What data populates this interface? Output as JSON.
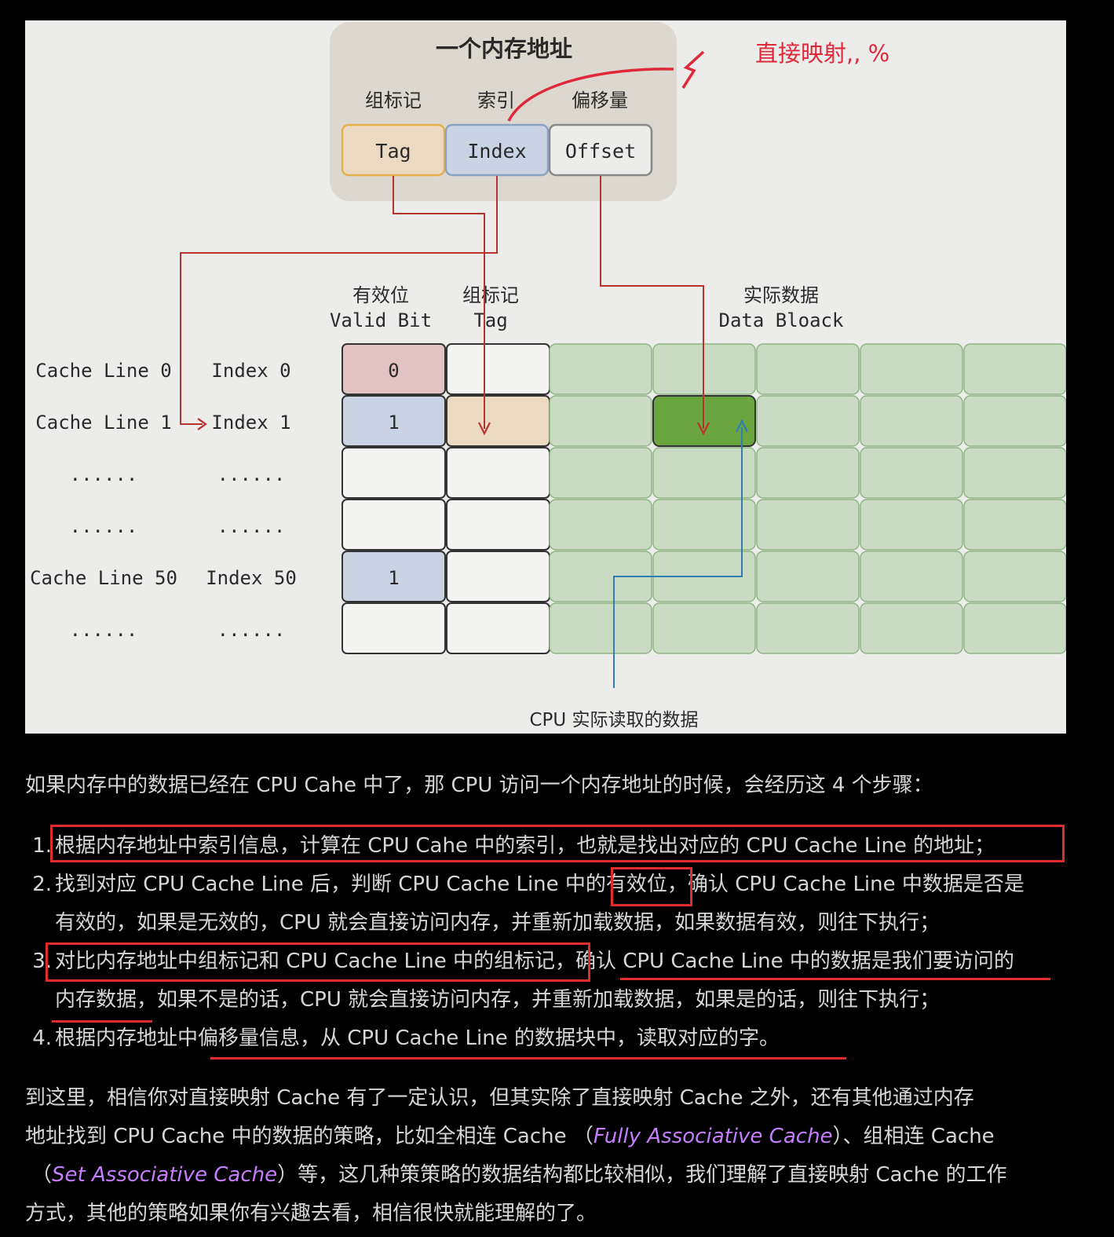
{
  "figure": {
    "address_title": "一个内存地址",
    "fields": [
      {
        "cn": "组标记",
        "en": "Tag",
        "color": "#ecd9c2",
        "border": "#e4b04a"
      },
      {
        "cn": "索引",
        "en": "Index",
        "color": "#c9d3e3",
        "border": "#8aa3c4"
      },
      {
        "cn": "偏移量",
        "en": "Offset",
        "color": "#ececeb",
        "border": "#888888"
      }
    ],
    "annotation": "直接映射,, %",
    "col_headers": {
      "valid_cn": "有效位",
      "valid_en": "Valid Bit",
      "tag_cn": "组标记",
      "tag_en": "Tag",
      "data_cn": "实际数据",
      "data_en": "Data Bloack"
    },
    "rows": [
      {
        "line": "Cache Line 0",
        "index": "Index 0",
        "valid": "0"
      },
      {
        "line": "Cache Line 1",
        "index": "Index 1",
        "valid": "1"
      },
      {
        "line": "......",
        "index": "......",
        "valid": ""
      },
      {
        "line": "......",
        "index": "......",
        "valid": ""
      },
      {
        "line": "Cache Line 50",
        "index": "Index 50",
        "valid": "1"
      },
      {
        "line": "......",
        "index": "......",
        "valid": ""
      }
    ],
    "cpu_label": "CPU 实际读取的数据",
    "colors": {
      "arrow_red": "#b8332e",
      "arrow_blue": "#2f7fb5",
      "data_cell": "#c9dbc2",
      "data_selected": "#6aa53f",
      "valid0": "#e2c2c2",
      "valid1": "#c9d3e3",
      "tag_match": "#ecd9c2"
    }
  },
  "intro": "如果内存中的数据已经在 CPU Cahe 中了，那 CPU 访问一个内存地址的时候，会经历这 4 个步骤：",
  "steps": [
    {
      "n": "1.",
      "lines": [
        "根据内存地址中索引信息，计算在 CPU Cahe 中的索引，也就是找出对应的 CPU Cache Line 的地址；"
      ]
    },
    {
      "n": "2.",
      "lines": [
        "找到对应 CPU Cache Line 后，判断 CPU Cache Line 中的有效位，确认 CPU Cache Line 中数据是否是",
        "有效的，如果是无效的，CPU 就会直接访问内存，并重新加载数据，如果数据有效，则往下执行；"
      ]
    },
    {
      "n": "3.",
      "lines": [
        "对比内存地址中组标记和 CPU Cache Line 中的组标记，确认 CPU Cache Line 中的数据是我们要访问的",
        "内存数据，如果不是的话，CPU 就会直接访问内存，并重新加载数据，如果是的话，则往下执行；"
      ]
    },
    {
      "n": "4.",
      "lines": [
        "根据内存地址中偏移量信息，从 CPU Cache Line 的数据块中，读取对应的字。"
      ]
    }
  ],
  "conclusion": {
    "p1": "到这里，相信你对直接映射 Cache 有了一定认识，但其实除了直接映射 Cache 之外，还有其他通过内存",
    "p2a": "地址找到 CPU Cache 中的数据的策略，比如全相连 Cache （",
    "p2em": "Fully Associative Cache",
    "p2b": "）、组相连 Cache",
    "p3a": "（",
    "p3em": "Set Associative Cache",
    "p3b": "）等，这几种策策略的数据结构都比较相似，我们理解了直接映射 Cache 的工作",
    "p4": "方式，其他的策略如果你有兴趣去看，相信很快就能理解的了。"
  },
  "highlight_color": "#e02c2c",
  "emphasis_color": "#c77dff"
}
